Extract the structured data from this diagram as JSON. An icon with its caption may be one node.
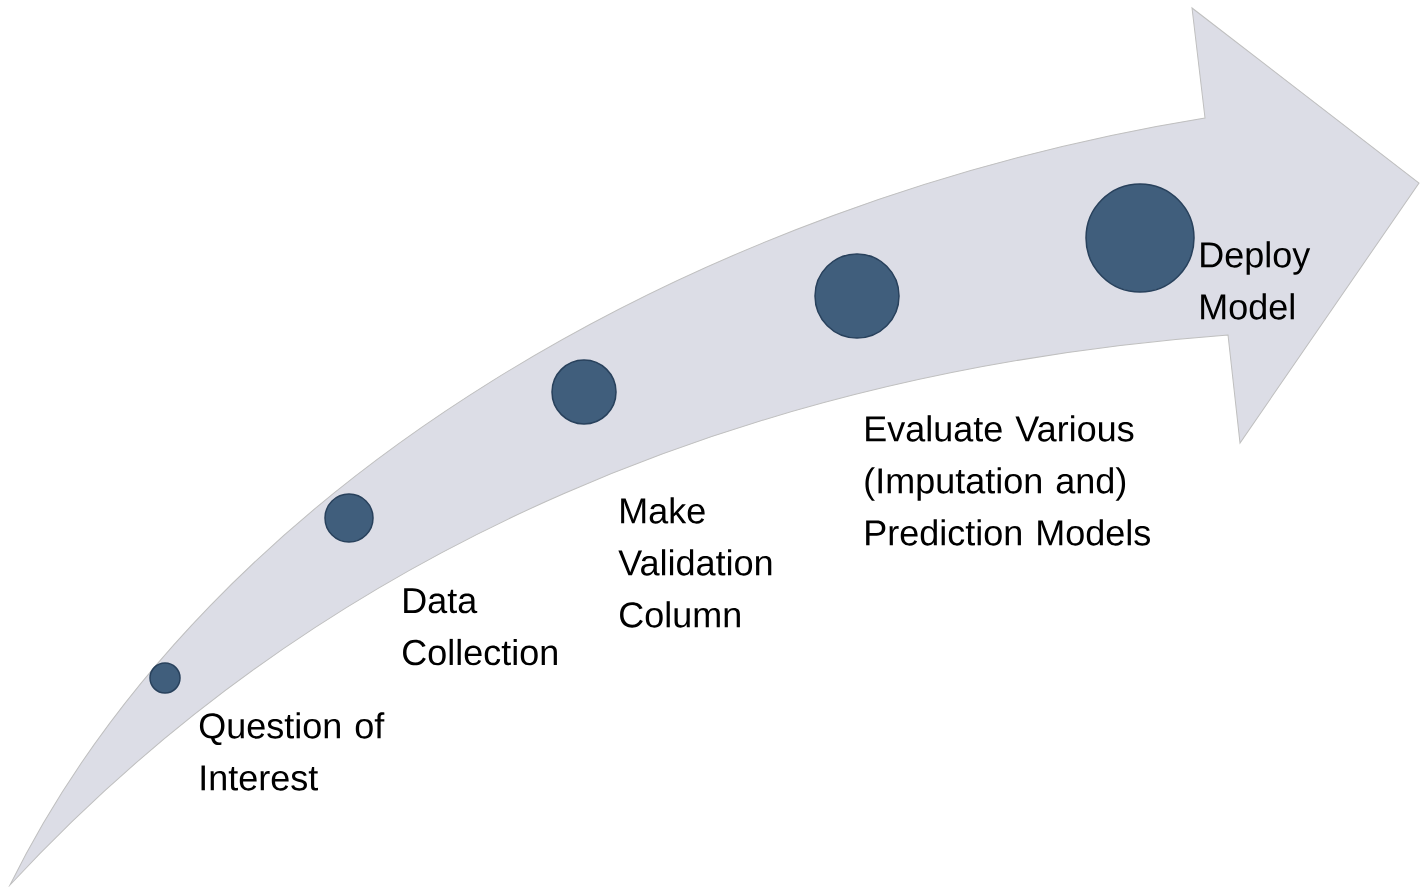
{
  "diagram": {
    "nodes": [
      {
        "text": [],
        "shape": "circle",
        "beside": [
          "Question of Interest"
        ]
      },
      {
        "text": [],
        "shape": "circle",
        "beside": [
          "Data Collection"
        ]
      },
      {
        "text": [],
        "shape": "circle",
        "beside": [
          "Make Validation Column"
        ]
      },
      {
        "text": [],
        "shape": "circle",
        "beside": [
          "Evaluate Various (Imputation and) Prediction Models"
        ]
      },
      {
        "text": [],
        "shape": "circle",
        "beside": [
          "Deploy Model"
        ]
      }
    ]
  }
}
